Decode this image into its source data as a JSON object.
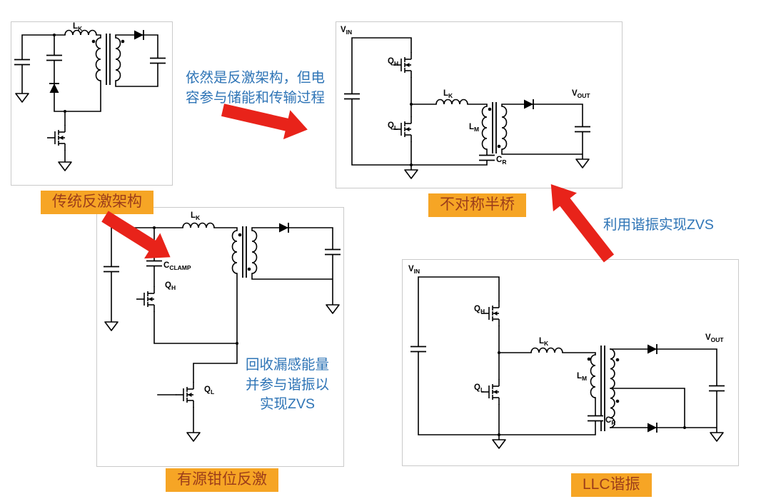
{
  "colors": {
    "arrow_red": "#E8231A",
    "label_bg": "#F6A525",
    "label_text": "#9C3D1A",
    "note_blue": "#2E74B6",
    "box_border": "#CACACA"
  },
  "captions": {
    "flyback": "传统反激架构",
    "ahb": "不对称半桥",
    "acf": "有源钳位反激",
    "llc": "LLC谐振"
  },
  "notes": {
    "top_line1": "依然是反激架构，但电",
    "top_line2": "容参与储能和传输过程",
    "right": "利用谐振实现ZVS",
    "bottom_line1": "回收漏感能量",
    "bottom_line2": "并参与谐振以",
    "bottom_line3": "实现ZVS"
  },
  "sym": {
    "L": "L",
    "K": "K",
    "M": "M",
    "C": "C",
    "R": "R",
    "CLAMP": "CLAMP",
    "Q": "Q",
    "H": "H",
    "V": "V",
    "IN": "IN",
    "OUT": "OUT"
  }
}
